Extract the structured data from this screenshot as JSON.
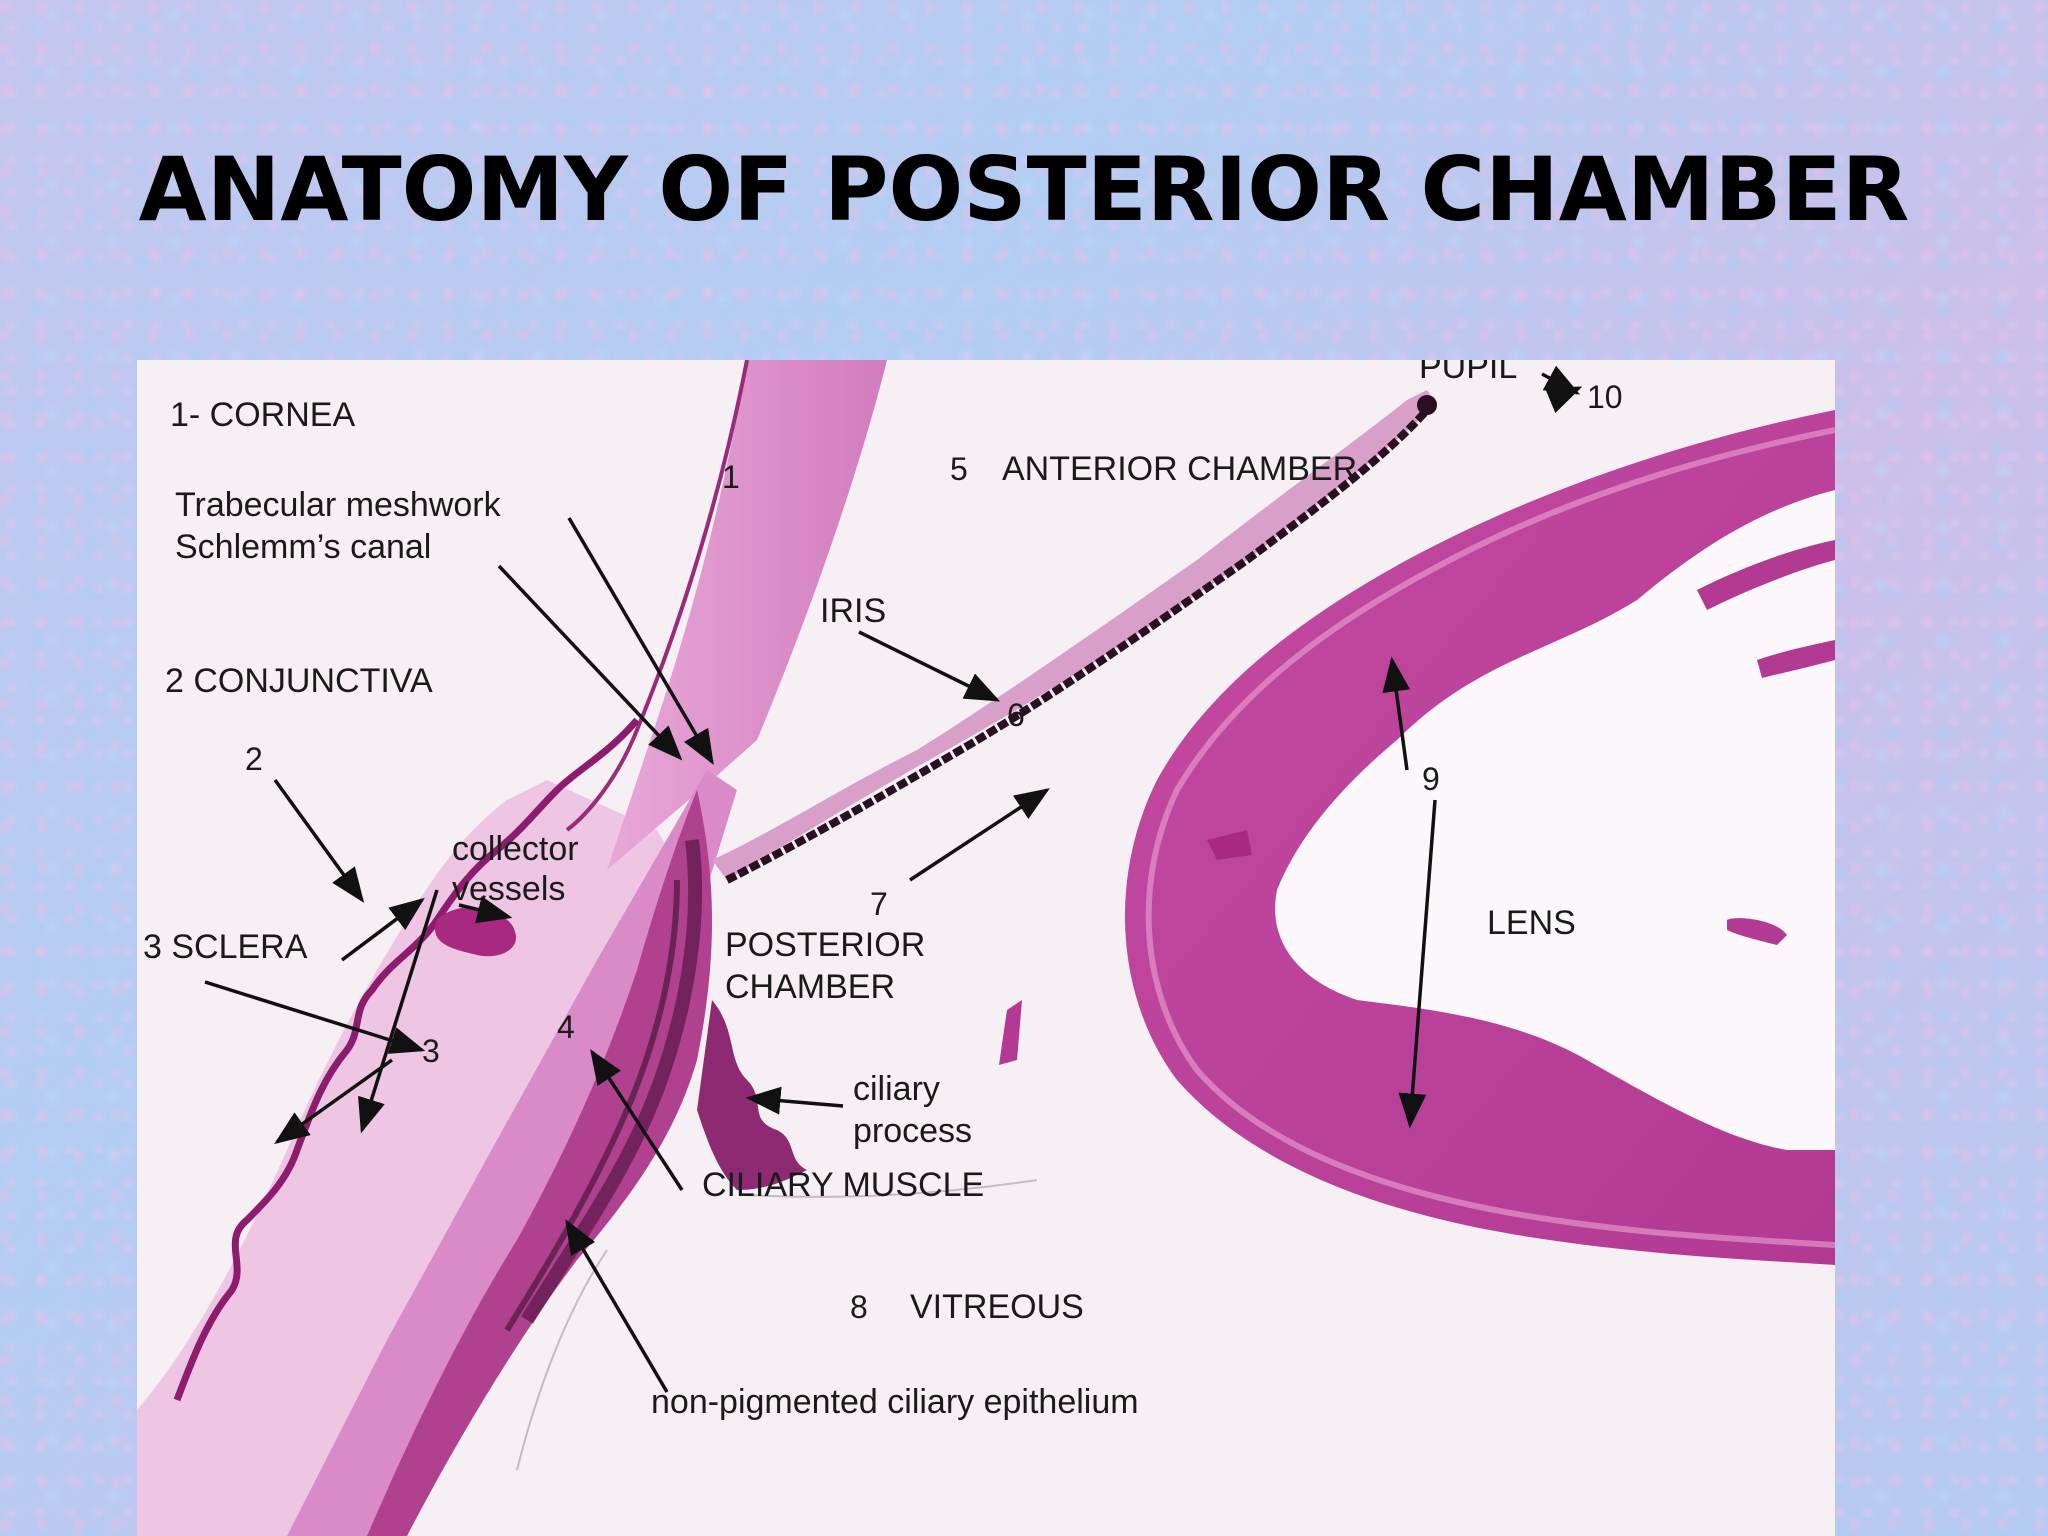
{
  "slide": {
    "title": "ANATOMY OF POSTERIOR CHAMBER"
  },
  "labels": {
    "cornea_legend": "1- CORNEA",
    "trabecular": "Trabecular meshwork",
    "schlemm": "Schlemm’s canal",
    "conjunctiva_legend": "2 CONJUNCTIVA",
    "sclera_legend": "3 SCLERA",
    "collector_1": "collector",
    "collector_2": "vessels",
    "iris": "IRIS",
    "anterior_chamber": "ANTERIOR CHAMBER",
    "pupil": "PUPIL",
    "posterior_1": "POSTERIOR",
    "posterior_2": "CHAMBER",
    "ciliary_process_1": "ciliary",
    "ciliary_process_2": "process",
    "ciliary_muscle": "CILIARY MUSCLE",
    "vitreous": "VITREOUS",
    "lens": "LENS",
    "npce": "non-pigmented ciliary epithelium"
  },
  "numbers": {
    "n1": "1",
    "n2": "2",
    "n3": "3",
    "n4": "4",
    "n5": "5",
    "n6": "6",
    "n7": "7",
    "n8": "8",
    "n9": "9",
    "n10": "10"
  },
  "colors": {
    "tissue_light": "#e7a6d6",
    "tissue_mid": "#c84aa6",
    "tissue_dark": "#a8237e",
    "pigment": "#2a0f22",
    "background": "#f6eff3"
  }
}
